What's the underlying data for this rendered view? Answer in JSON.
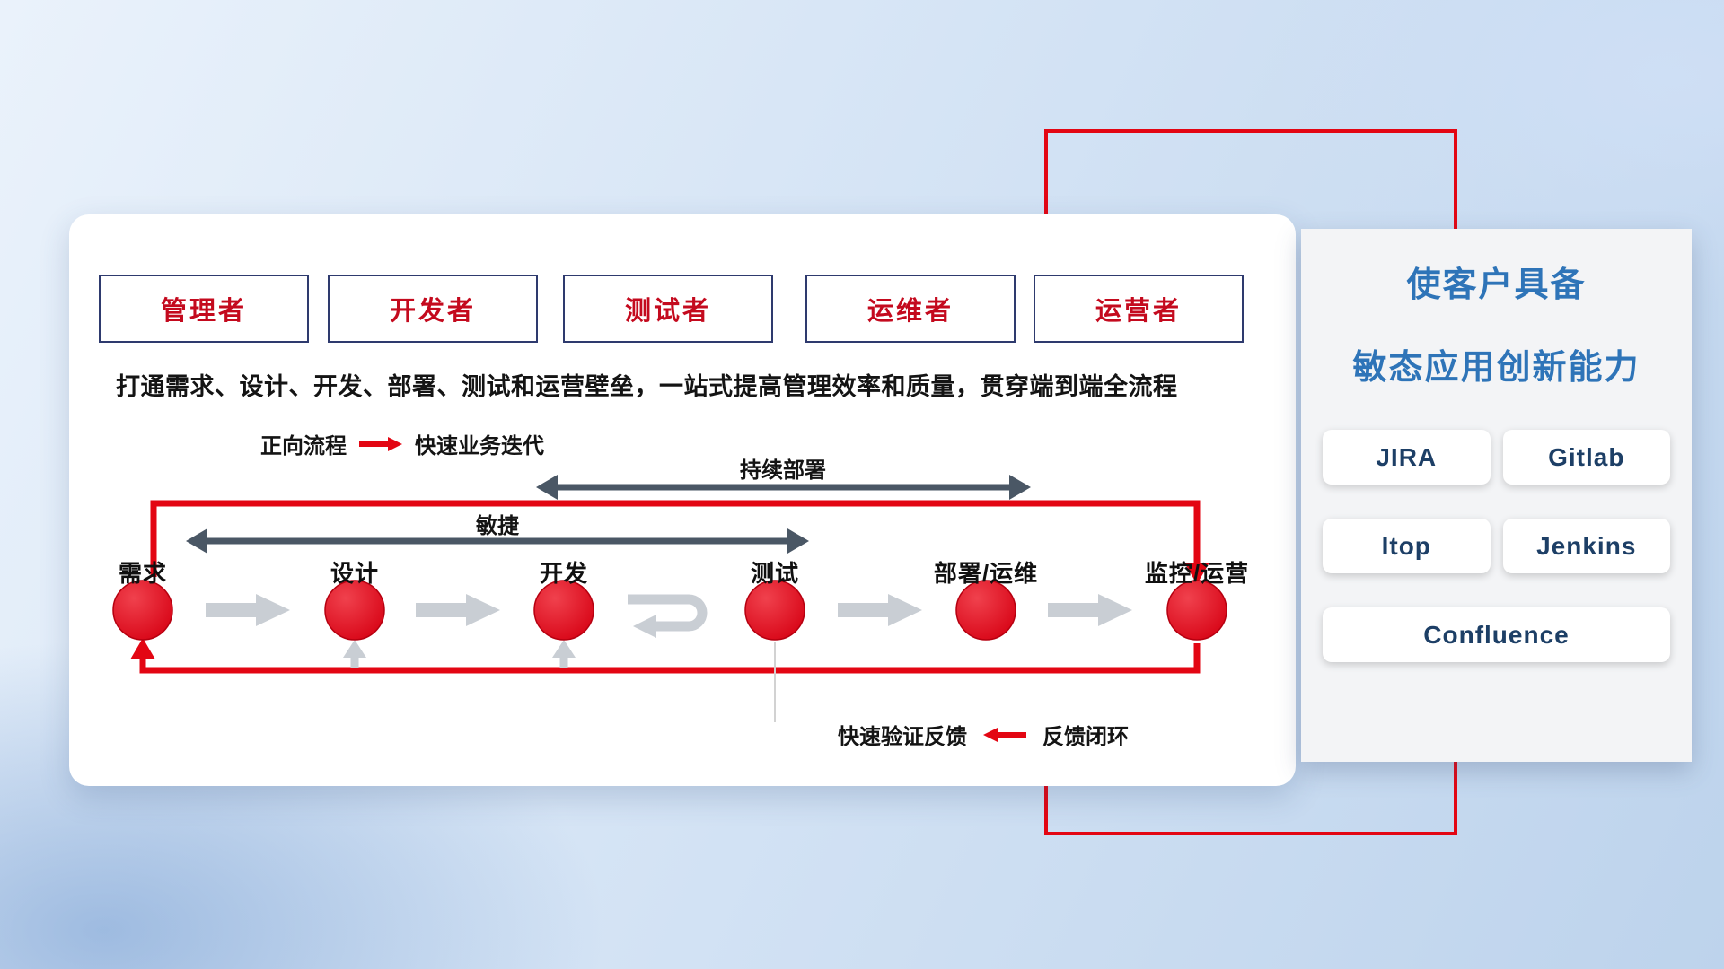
{
  "roles": [
    "管理者",
    "开发者",
    "测试者",
    "运维者",
    "运营者"
  ],
  "description": "打通需求、设计、开发、部署、测试和运营壁垒，一站式提高管理效率和质量，贯穿端到端全流程",
  "legend_forward": {
    "label": "正向流程",
    "value": "快速业务迭代"
  },
  "legend_feedback": {
    "label": "快速验证反馈",
    "value": "反馈闭环"
  },
  "flow": {
    "agile_label": "敏捷",
    "continuous_deploy_label": "持续部署",
    "stages": [
      "需求",
      "设计",
      "开发",
      "测试",
      "部署/运维",
      "监控/运营"
    ]
  },
  "panel": {
    "title_line1": "使客户具备",
    "title_line2": "敏态应用创新能力",
    "tools": [
      "JIRA",
      "Gitlab",
      "Itop",
      "Jenkins",
      "Confluence"
    ]
  },
  "colors": {
    "accent_red": "#e30613",
    "dark_arrow": "#4a5765",
    "gray_arrow": "#c9ced4",
    "panel_title_blue": "#2e74b8",
    "tool_text_navy": "#1d3f66",
    "role_text_red": "#c40a1e",
    "role_border_navy": "#2e3a6e"
  }
}
